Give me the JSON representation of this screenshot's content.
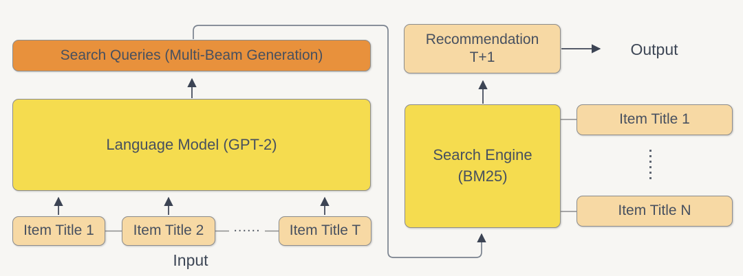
{
  "diagram": {
    "title_hint": "Generative retrieval recommendation pipeline",
    "nodes": {
      "search_queries": "Search Queries (Multi-Beam Generation)",
      "language_model": "Language Model (GPT-2)",
      "input_items": [
        "Item Title 1",
        "Item Title 2",
        "Item Title T"
      ],
      "input_ellipsis": "......",
      "input_caption": "Input",
      "recommendation_line1": "Recommendation",
      "recommendation_line2": "T+1",
      "output_caption": "Output",
      "search_engine_line1": "Search Engine",
      "search_engine_line2": "(BM25)",
      "catalog_items": [
        "Item Title 1",
        "Item Title N"
      ]
    },
    "colors": {
      "background": "#F7F6F3",
      "highlight_orange": "#E8913C",
      "process_yellow": "#F5DC4F",
      "item_tan": "#F7D9A4",
      "node_border": "#8C8C8C",
      "arrow_dark": "#3C4454",
      "connector_gray": "#7A828E",
      "text": "#47505F"
    }
  }
}
